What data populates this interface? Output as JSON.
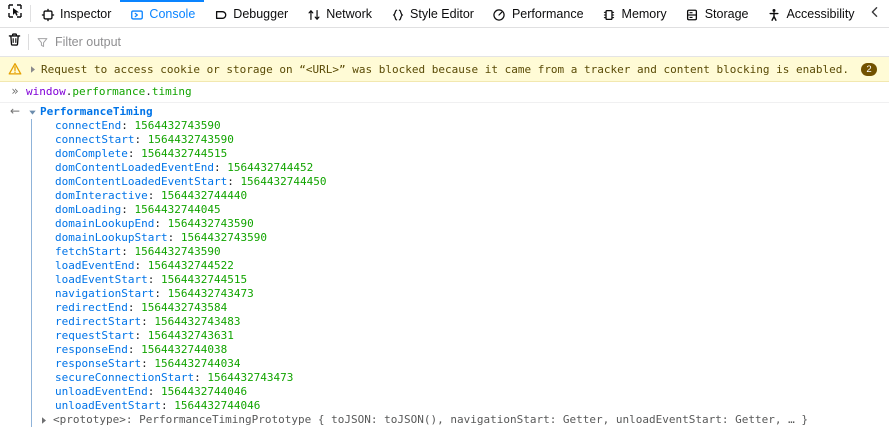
{
  "toolbar": {
    "picker_icon": "element-picker-icon",
    "right_chevron_icon": "chevron-left-icon",
    "tabs": [
      {
        "id": "inspector",
        "label": "Inspector",
        "icon": "inspector-icon",
        "active": false
      },
      {
        "id": "console",
        "label": "Console",
        "icon": "console-icon",
        "active": true
      },
      {
        "id": "debugger",
        "label": "Debugger",
        "icon": "debugger-icon",
        "active": false
      },
      {
        "id": "network",
        "label": "Network",
        "icon": "network-arrows-icon",
        "active": false
      },
      {
        "id": "style-editor",
        "label": "Style Editor",
        "icon": "braces-icon",
        "active": false
      },
      {
        "id": "performance",
        "label": "Performance",
        "icon": "gauge-icon",
        "active": false
      },
      {
        "id": "memory",
        "label": "Memory",
        "icon": "memory-chip-icon",
        "active": false
      },
      {
        "id": "storage",
        "label": "Storage",
        "icon": "database-icon",
        "active": false
      },
      {
        "id": "accessibility",
        "label": "Accessibility",
        "icon": "accessibility-icon",
        "active": false
      }
    ],
    "active_color": "#0a84ff"
  },
  "filter_bar": {
    "trash_icon": "trash-icon",
    "filter_icon": "funnel-icon",
    "placeholder": "Filter output",
    "value": ""
  },
  "console": {
    "warning": {
      "icon": "warning-triangle-icon",
      "expander_icon": "triangle-right-icon",
      "text": "Request to access cookie or storage on “<URL>” was blocked because it came from a tracker and content blocking is enabled.",
      "count": "2",
      "badge_color": "#715100",
      "background": "#fffbd6"
    },
    "input": {
      "gutter_icon": "»",
      "tokens": [
        {
          "text": "window",
          "type": "variable"
        },
        {
          "text": ".",
          "type": "punct"
        },
        {
          "text": "performance",
          "type": "property"
        },
        {
          "text": ".",
          "type": "punct"
        },
        {
          "text": "timing",
          "type": "property"
        }
      ],
      "full_text": "window.performance.timing"
    },
    "result": {
      "gutter_icon": "←",
      "expander_icon": "triangle-down-icon",
      "object_name": "PerformanceTiming",
      "properties": [
        {
          "key": "connectEnd",
          "value": "1564432743590"
        },
        {
          "key": "connectStart",
          "value": "1564432743590"
        },
        {
          "key": "domComplete",
          "value": "1564432744515"
        },
        {
          "key": "domContentLoadedEventEnd",
          "value": "1564432744452"
        },
        {
          "key": "domContentLoadedEventStart",
          "value": "1564432744450"
        },
        {
          "key": "domInteractive",
          "value": "1564432744440"
        },
        {
          "key": "domLoading",
          "value": "1564432744045"
        },
        {
          "key": "domainLookupEnd",
          "value": "1564432743590"
        },
        {
          "key": "domainLookupStart",
          "value": "1564432743590"
        },
        {
          "key": "fetchStart",
          "value": "1564432743590"
        },
        {
          "key": "loadEventEnd",
          "value": "1564432744522"
        },
        {
          "key": "loadEventStart",
          "value": "1564432744515"
        },
        {
          "key": "navigationStart",
          "value": "1564432743473"
        },
        {
          "key": "redirectEnd",
          "value": "1564432743584"
        },
        {
          "key": "redirectStart",
          "value": "1564432743483"
        },
        {
          "key": "requestStart",
          "value": "1564432743631"
        },
        {
          "key": "responseEnd",
          "value": "1564432744038"
        },
        {
          "key": "responseStart",
          "value": "1564432744034"
        },
        {
          "key": "secureConnectionStart",
          "value": "1564432743473"
        },
        {
          "key": "unloadEventEnd",
          "value": "1564432744046"
        },
        {
          "key": "unloadEventStart",
          "value": "1564432744046"
        }
      ],
      "prototype": {
        "expander_icon": "triangle-right-icon",
        "text": "<prototype>: PerformanceTimingPrototype { toJSON: toJSON(), navigationStart: Getter, unloadEventStart: Getter, … }"
      }
    }
  }
}
